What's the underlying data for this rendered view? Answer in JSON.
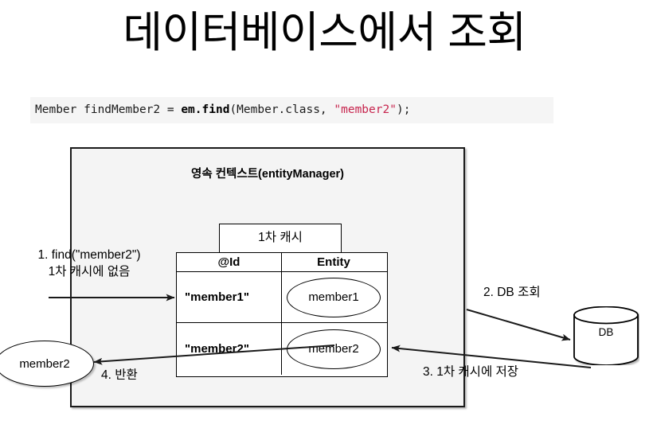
{
  "slide": {
    "title": "데이터베이스에서 조회"
  },
  "code": {
    "part1": "Member findMember2 = ",
    "bold": "em.find",
    "part2": "(Member.class, ",
    "string": "\"member2\"",
    "part3": ");",
    "full": "Member findMember2 = em.find(Member.class, \"member2\");",
    "background_color": "#f5f5f5",
    "string_color": "#c7254e"
  },
  "diagram": {
    "persistence_context": {
      "title": "영속 컨텍스트(entityManager)",
      "background_color": "#f4f4f4",
      "border_color": "#1a1a1a"
    },
    "cache": {
      "header": "1차 캐시",
      "columns": [
        "@Id",
        "Entity"
      ],
      "rows": [
        {
          "id": "\"member1\"",
          "entity": "member1"
        },
        {
          "id": "\"member2\"",
          "entity": "member2"
        }
      ]
    },
    "external_entity": {
      "label": "member2"
    },
    "database": {
      "label": "DB"
    },
    "steps": [
      {
        "number": "1",
        "line1": "1. find(\"member2\")",
        "line2": "1차 캐시에 없음"
      },
      {
        "number": "2",
        "label": "2. DB 조회"
      },
      {
        "number": "3",
        "label": "3. 1차 캐시에 저장"
      },
      {
        "number": "4",
        "label": "4. 반환"
      }
    ]
  }
}
